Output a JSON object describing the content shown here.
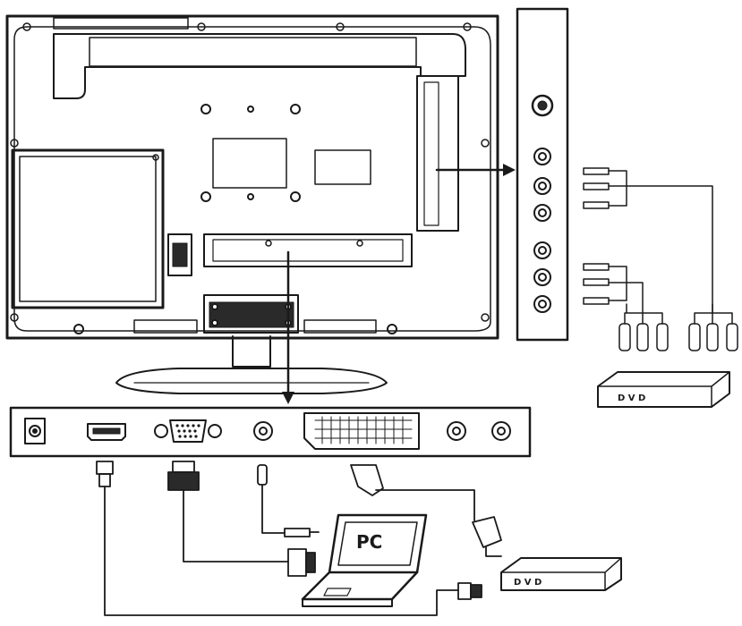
{
  "labels": {
    "pc": "PC",
    "dvd_top": "D V D",
    "dvd_bottom": "D V D"
  },
  "colors": {
    "line": "#1a1a1a",
    "fill_dark": "#2a2a2a",
    "background": "#ffffff"
  },
  "icons": {
    "tv": "tv-back-icon",
    "laptop": "laptop-icon",
    "dvd": "dvd-player-icon",
    "hdmi": "hdmi-port-icon",
    "vga": "vga-port-icon",
    "scart": "scart-port-icon",
    "rca": "rca-plug-icon"
  }
}
